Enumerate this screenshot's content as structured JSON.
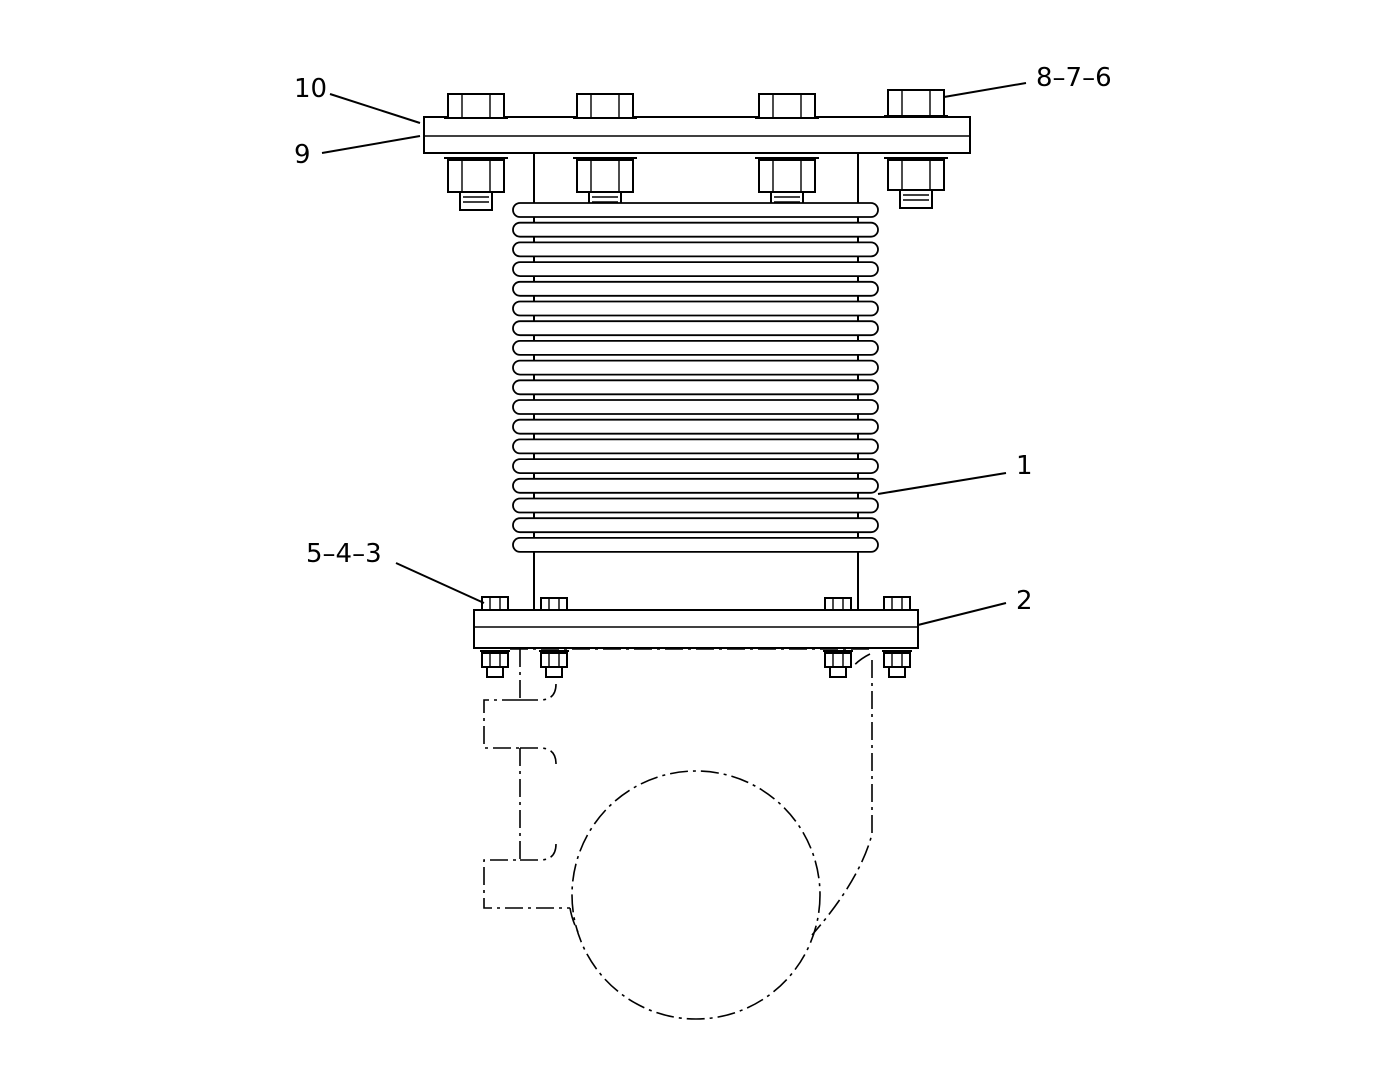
{
  "callouts": {
    "c10": "10",
    "c9": "9",
    "c876": "8–7–6",
    "c1": "1",
    "c543": "5–4–3",
    "c2": "2"
  },
  "colors": {
    "line": "#000000",
    "background": "#ffffff"
  }
}
